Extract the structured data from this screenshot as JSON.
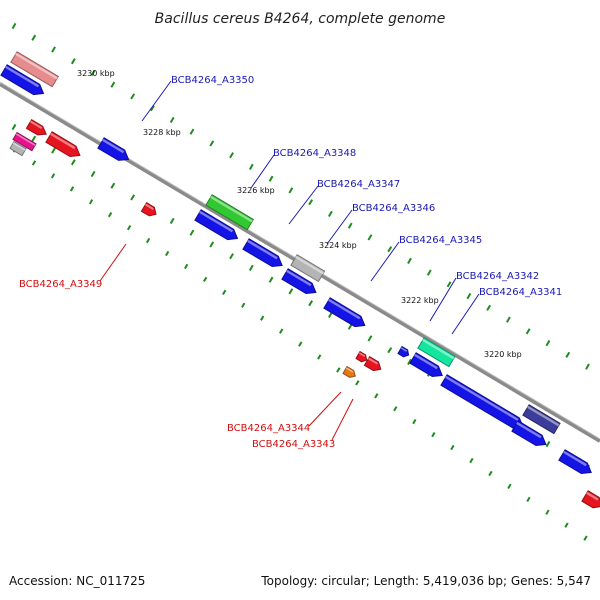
{
  "title": "Bacillus cereus B4264, complete genome",
  "footer": {
    "accession": "Accession: NC_011725",
    "summary": "Topology: circular; Length: 5,419,036 bp; Genes: 5,547"
  },
  "scale_labels": [
    "3230 kbp",
    "3228 kbp",
    "3226 kbp",
    "3224 kbp",
    "3222 kbp",
    "3220 kbp"
  ],
  "gene_labels_top": [
    "BCB4264_A3350",
    "BCB4264_A3348",
    "BCB4264_A3347",
    "BCB4264_A3346",
    "BCB4264_A3345",
    "BCB4264_A3342",
    "BCB4264_A3341"
  ],
  "gene_labels_bottom": [
    "BCB4264_A3349",
    "BCB4264_A3344",
    "BCB4264_A3343"
  ],
  "colors": {
    "cds": "#1414e6",
    "cds_red": "#e6141e",
    "rna_green": "#32c832",
    "pseudo_gray": "#b4b4b4",
    "teal": "#14e6a0",
    "pink": "#e68c8c",
    "magenta": "#e6148c",
    "orange": "#e67814",
    "navy": "#3c3c9a",
    "tick": "#1e8c1e",
    "backbone": "#777777"
  }
}
